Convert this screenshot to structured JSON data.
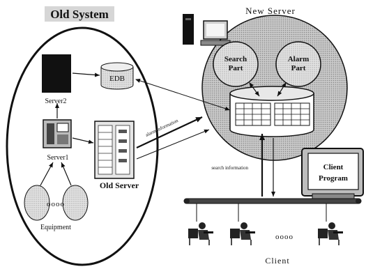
{
  "old_system": {
    "title": "Old System",
    "server2_label": "Server2",
    "edb_label": "EDB",
    "server1_label": "Server1",
    "old_server_label": "Old Server",
    "equipment_label": "Equipment",
    "equipment_dots": "oooo",
    "alarm_info_label": "alarm information"
  },
  "new_server": {
    "title": "New Server",
    "search_part_line1": "Search",
    "search_part_line2": "Part",
    "alarm_part_line1": "Alarm",
    "alarm_part_line2": "Part"
  },
  "network": {
    "search_info_label": "search information"
  },
  "client": {
    "title": "Client",
    "program_line1": "Client",
    "program_line2": "Program",
    "dots": "oooo"
  }
}
